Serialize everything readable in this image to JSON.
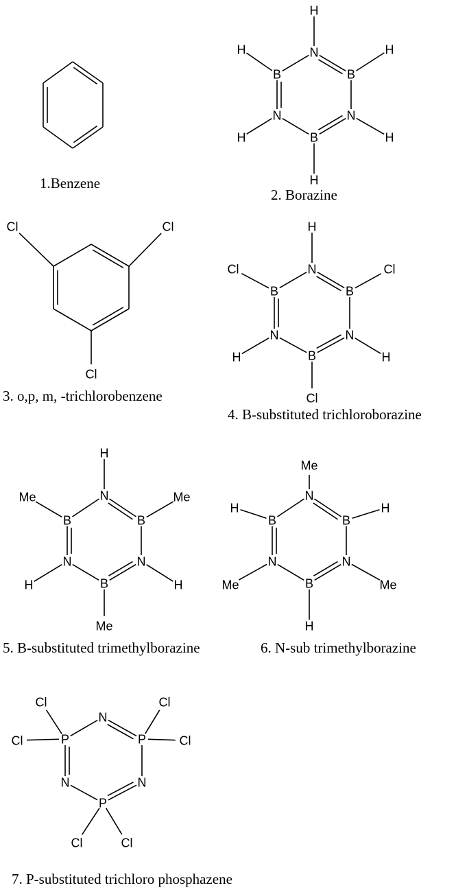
{
  "molecules": [
    {
      "id": "benzene",
      "caption": "1.Benzene",
      "atoms": []
    },
    {
      "id": "borazine",
      "caption": "2. Borazine",
      "atoms": [
        "N",
        "B",
        "B",
        "N",
        "N",
        "B",
        "H",
        "H",
        "H",
        "H",
        "H",
        "H"
      ]
    },
    {
      "id": "trichlorobenzene",
      "caption": "3. o,p, m, -trichlorobenzene",
      "atoms": [
        "Cl",
        "Cl",
        "Cl"
      ]
    },
    {
      "id": "b-trichloroborazine",
      "caption": "4. B-substituted trichloroborazine",
      "atoms": [
        "N",
        "B",
        "B",
        "N",
        "N",
        "B",
        "H",
        "Cl",
        "Cl",
        "H",
        "H",
        "Cl"
      ]
    },
    {
      "id": "b-trimethylborazine",
      "caption": "5. B-substituted trimethylborazine",
      "atoms": [
        "N",
        "B",
        "B",
        "N",
        "N",
        "B",
        "H",
        "Me",
        "Me",
        "H",
        "H",
        "Me"
      ]
    },
    {
      "id": "n-trimethylborazine",
      "caption": "6. N-sub trimethylborazine",
      "atoms": [
        "N",
        "B",
        "B",
        "N",
        "N",
        "B",
        "Me",
        "H",
        "H",
        "Me",
        "Me",
        "H"
      ]
    },
    {
      "id": "trichlorophosphazene",
      "caption": "7. P-substituted trichloro phosphazene",
      "atoms": [
        "N",
        "P",
        "P",
        "N",
        "N",
        "P",
        "Cl",
        "Cl",
        "Cl",
        "Cl",
        "Cl",
        "Cl"
      ]
    }
  ]
}
